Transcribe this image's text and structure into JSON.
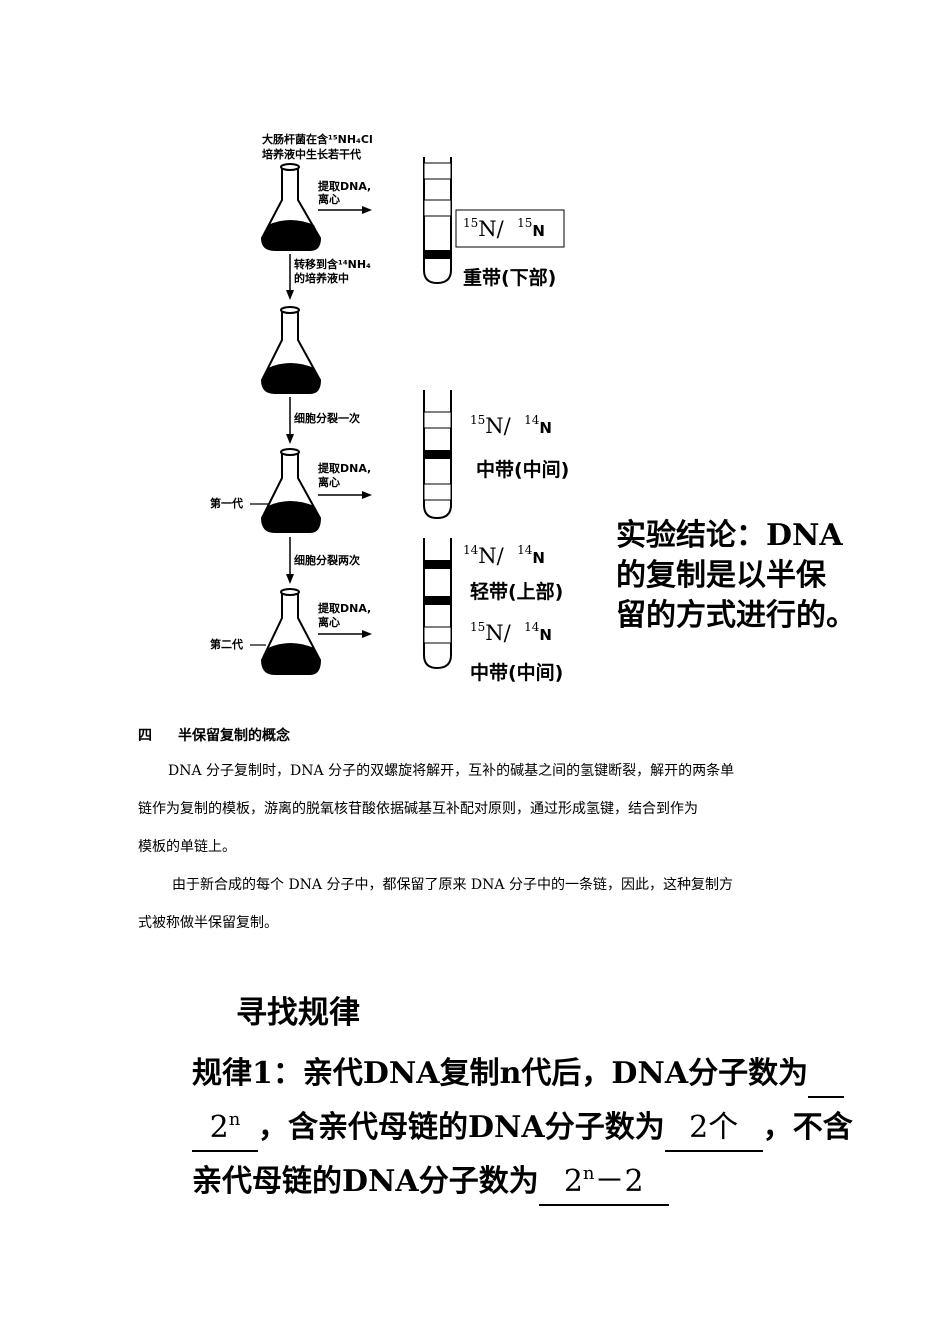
{
  "diagram": {
    "top_note_line1": "大肠杆菌在含¹⁵NH₄Cl",
    "top_note_line2": "培养液中生长若干代",
    "extract_label_1": "提取DNA,",
    "extract_label_2": "离心",
    "transfer_label_1": "转移到含¹⁴NH₄",
    "transfer_label_2": "的培养液中",
    "divide_once": "细胞分裂一次",
    "divide_twice": "细胞分裂两次",
    "gen1": "第一代",
    "gen2": "第二代",
    "tube1": {
      "iso_a": "15",
      "iso_b": "15",
      "band": "重带(下部)"
    },
    "tube2": {
      "iso_a": "15",
      "iso_b": "14",
      "band": "中带(中间)"
    },
    "tube3": {
      "iso_a1": "14",
      "iso_b1": "14",
      "band1": "轻带(上部)",
      "iso_a2": "15",
      "iso_b2": "14",
      "band2": "中带(中间)"
    },
    "n_letter": "N",
    "slash": "/"
  },
  "conclusion": {
    "line1": "实验结论：DNA",
    "line2": "的复制是以半保",
    "line3": "留的方式进行的。"
  },
  "section": {
    "number": "四",
    "title": "半保留复制的概念",
    "para1_line1": "DNA 分子复制时，DNA 分子的双螺旋将解开，互补的碱基之间的氢键断裂，解开的两条单",
    "para1_line2": "链作为复制的模板，游离的脱氧核苷酸依据碱基互补配对原则，通过形成氢键，结合到作为",
    "para1_line3": "模板的单链上。",
    "para2_line1": "由于新合成的每个 DNA 分子中，都保留了原来 DNA 分子中的一条链，因此，这种复制方",
    "para2_line2": "式被称做半保留复制。"
  },
  "rules": {
    "heading": "寻找规律",
    "line1": "规律1：亲代DNA复制n代后，DNA分子数为",
    "ans1_base": "2",
    "ans1_exp": "n",
    "line2_mid": "，含亲代母链的DNA分子数为",
    "ans2": "2个",
    "line2_end": "，不含",
    "line3": "亲代母链的DNA分子数为",
    "ans3_base": "2",
    "ans3_exp": "n",
    "ans3_tail": "－2"
  }
}
